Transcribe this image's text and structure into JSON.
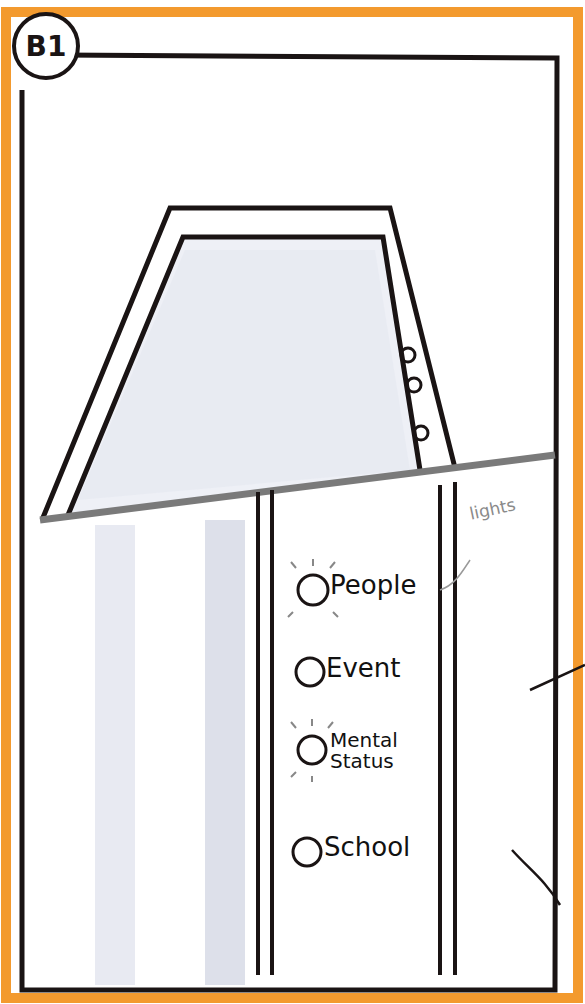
{
  "diagram": {
    "nodes": [
      {
        "text": [
          "B1"
        ]
      }
    ],
    "labels": [
      "People",
      "Event",
      "Mental Status",
      "School",
      "lights"
    ]
  }
}
